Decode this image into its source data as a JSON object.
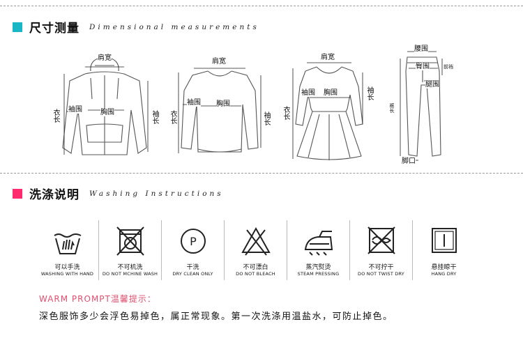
{
  "colors": {
    "measure_square": "#19b7c6",
    "wash_square": "#ff2b6e",
    "warm_title": "#e0506f"
  },
  "measure": {
    "title": "尺寸测量",
    "subtitle": "Dimensional measurements",
    "fig1": {
      "shoulder": "肩宽",
      "sleeve_cuff": "袖围",
      "chest": "胸围",
      "length": "衣长",
      "sleeve_len": "袖长"
    },
    "fig2": {
      "shoulder": "肩宽",
      "sleeve_cuff": "袖围",
      "chest": "胸围",
      "length": "衣长",
      "sleeve_len": "袖长"
    },
    "fig3": {
      "shoulder": "肩宽",
      "sleeve_cuff": "袖围",
      "chest": "胸围",
      "length": "衣长",
      "sleeve_len": "袖长"
    },
    "fig4": {
      "waist": "腰围",
      "hip": "臀围",
      "rise": "前裆",
      "thigh": "腿围",
      "length": "裤长",
      "hem": "脚口"
    }
  },
  "wash": {
    "title": "洗涤说明",
    "subtitle": "Washing Instructions",
    "items": [
      {
        "cn": "可以手洗",
        "en": "WASHING WITH HAND",
        "icon": "hand-wash-icon"
      },
      {
        "cn": "不可机洗",
        "en": "DO NOT MCHINE WASH",
        "icon": "no-machine-wash-icon"
      },
      {
        "cn": "干洗",
        "en": "DRY CLEAN ONLY",
        "icon": "dry-clean-icon"
      },
      {
        "cn": "不可漂白",
        "en": "DO NOT BLEACH",
        "icon": "no-bleach-icon"
      },
      {
        "cn": "蒸汽熨烫",
        "en": "STEAM PRESSING",
        "icon": "steam-iron-icon"
      },
      {
        "cn": "不可拧干",
        "en": "DO NOT TWIST DRY",
        "icon": "no-twist-dry-icon"
      },
      {
        "cn": "悬挂晾干",
        "en": "HANG DRY",
        "icon": "hang-dry-icon"
      }
    ]
  },
  "warm": {
    "title": "WARM PROMPT温馨提示：",
    "text": "深色服饰多少会浮色易掉色，属正常现象。第一次洗涤用温盐水，可防止掉色。"
  }
}
